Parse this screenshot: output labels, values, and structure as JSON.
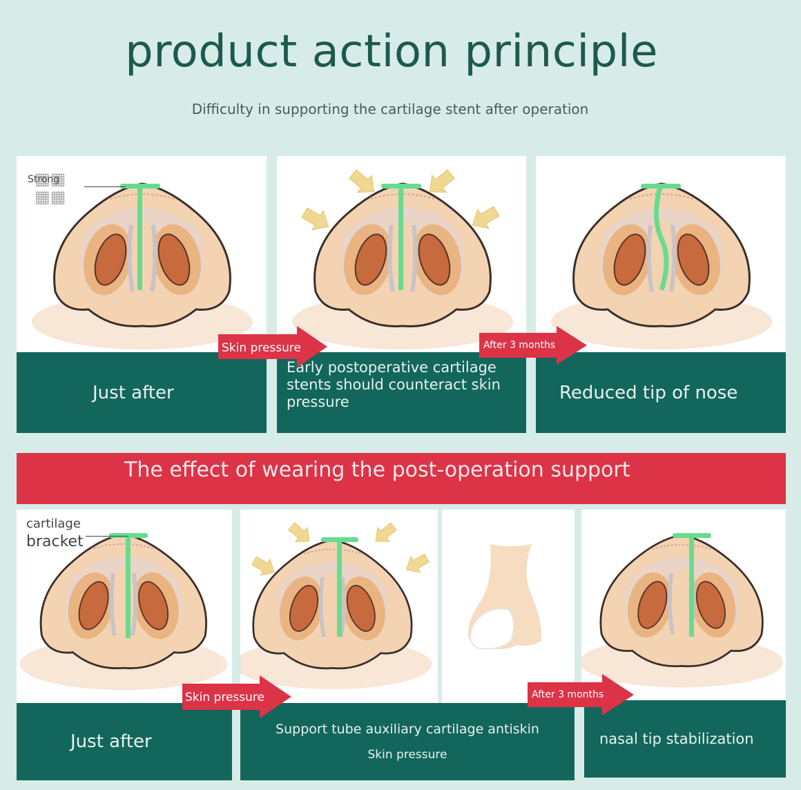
{
  "title": "product action principle",
  "subtitle": "Difficulty in supporting the cartilage stent after operation",
  "top_row": {
    "label_strong": "Strong",
    "panels": [
      {
        "caption": "Just after"
      },
      {
        "caption": "Early postoperative cartilage stents should counteract skin pressure"
      },
      {
        "caption": "Reduced tip of nose"
      }
    ],
    "arrows": [
      {
        "label": "Skin pressure"
      },
      {
        "label": "After 3 months"
      }
    ]
  },
  "banner": "The effect of wearing the post-operation support",
  "bottom_row": {
    "label_cartilage": "cartilage",
    "label_bracket": "bracket",
    "panels": [
      {
        "caption": "Just after"
      },
      {
        "caption": "Support tube auxiliary cartilage antiskin",
        "sub": "Skin pressure"
      },
      {
        "caption": "nasal tip stabilization"
      }
    ],
    "arrows": [
      {
        "label": "Skin pressure"
      },
      {
        "label": "After 3 months"
      }
    ]
  },
  "colors": {
    "teal": "#13665c",
    "red": "#dc3347",
    "skin": "#f3d3b2",
    "nostril": "#c76a3d",
    "support": "#67dc8e",
    "pressure_arrow": "#f0d892"
  }
}
